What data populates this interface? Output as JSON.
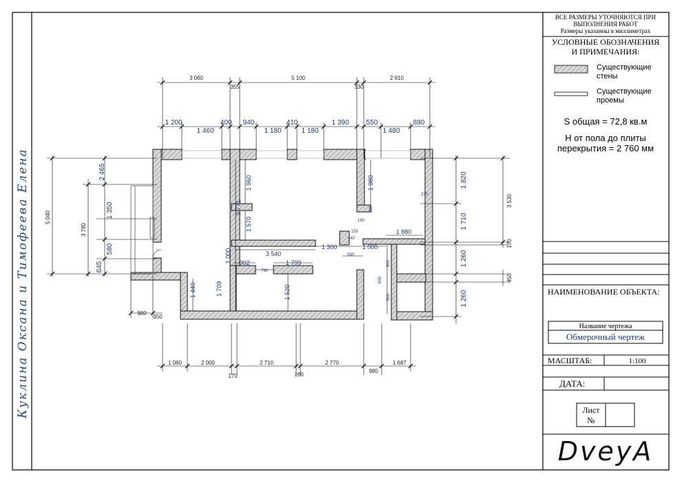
{
  "side_text": "Куклина Оксана и Тимофеева Елена",
  "notes": {
    "line1": "ВСЕ РАЗМЕРЫ УТОЧНЯЮТСЯ ПРИ",
    "line2": "ВЫПОЛНЕНИЯ РАБОТ",
    "line3": "Размеры указанны в миллиметрах"
  },
  "legend": {
    "title1": "УСЛОВНЫЕ ОБОЗНАЧЕНИЯ",
    "title2": "И ПРИМЕЧАНИЯ:",
    "walls1": "Существующие",
    "walls2": "стены",
    "openings1": "Существующие",
    "openings2": "проемы"
  },
  "area": "S общая = 72,8 кв.м",
  "height1": "Н от пола до плиты",
  "height2": "перекрытия = 2 760 мм",
  "object_label": "НАИМЕНОВАНИЕ ОБЪЕКТА:",
  "drawing_name_label": "Название чертежа",
  "drawing_name": "Обмерочный чертеж",
  "scale_label": "МАСШТАБ:",
  "scale_value": "1:100",
  "date_label": "ДАТА:",
  "sheet_label1": "Лист",
  "sheet_label2": "№",
  "logo": "DveyA",
  "dims": {
    "top_outer": [
      "3 060",
      "355",
      "5 100",
      "330",
      "2 910"
    ],
    "top_inner": [
      "1 200",
      "1 460",
      "400",
      "940",
      "1 180",
      "410",
      "1 180",
      "1 390",
      "550",
      "1 480",
      "880"
    ],
    "left": [
      "5 040",
      "3 780",
      "2 465",
      "1 350",
      "580",
      "645"
    ],
    "right": [
      "1 820",
      "3 530",
      "230",
      "1 710",
      "170",
      "1 260",
      "450",
      "1 260"
    ],
    "bottom": [
      "1 060",
      "2 000",
      "2 710",
      "2 770",
      "1 687",
      "170",
      "160",
      "980"
    ],
    "bottom_left": [
      "980",
      "350"
    ],
    "interior": [
      "1 960",
      "3 771",
      "1 570",
      "1 000",
      "1 709",
      "1 440",
      "3 540",
      "902",
      "790",
      "1 799",
      "1 520",
      "1 300",
      "590",
      "1 000",
      "1 980",
      "330",
      "180",
      "150",
      "440",
      "1 880",
      "800",
      "695",
      "800"
    ]
  }
}
